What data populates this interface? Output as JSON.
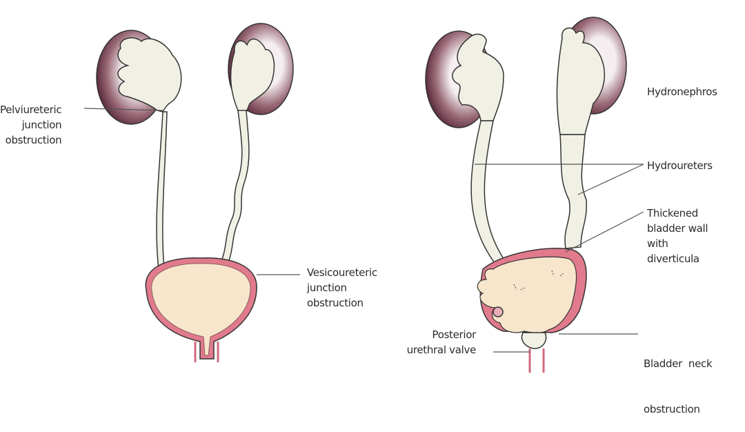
{
  "labels": {
    "pelviureteric": [
      "Pelviureteric",
      "junction",
      "obstruction"
    ],
    "vesicoureteric": [
      "Vesicoureteric",
      "junction",
      "obstruction"
    ],
    "hydronephros": "Hydronephros",
    "hydroureters": "Hydroureters",
    "thickened": [
      "Thickened",
      "bladder wall",
      "with",
      "diverticula"
    ],
    "posterior": [
      "Posterior",
      "urethral valve"
    ],
    "bladder_neck": [
      "Bladder  neck",
      "obstruction"
    ]
  },
  "colors": {
    "kidney": "#6e3c4c",
    "pelvis": "#f1f0e4",
    "bladder": "#f7e6cc",
    "wall": "#e07a8c",
    "line": "#555555"
  }
}
